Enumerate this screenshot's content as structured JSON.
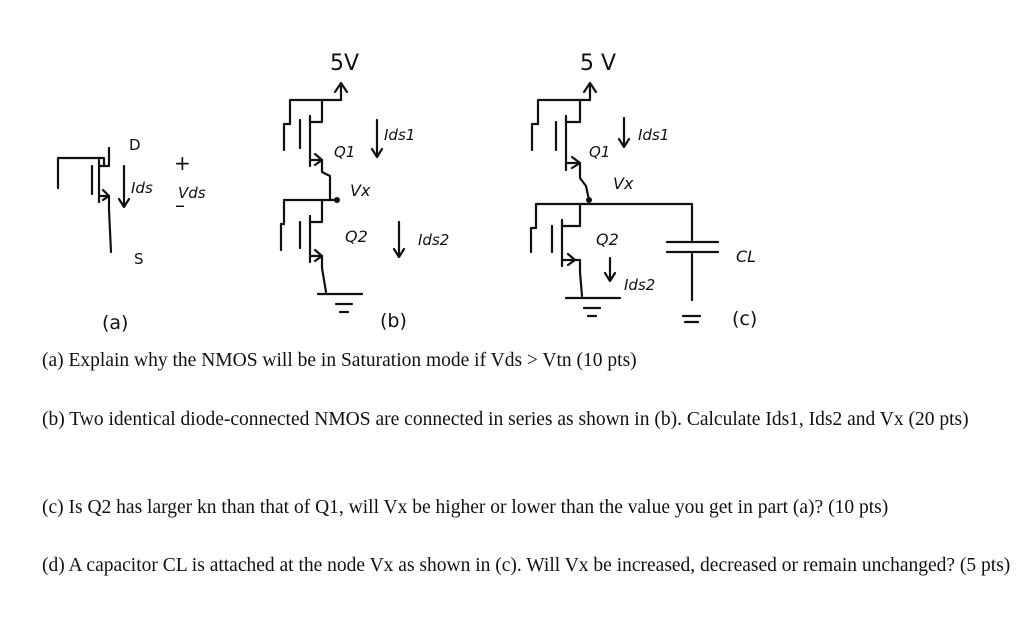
{
  "figure": {
    "a": {
      "drain": "D",
      "source": "S",
      "current": "Ids",
      "voltage": "Vds",
      "plus": "+",
      "minus": "–",
      "caption": "(a)"
    },
    "b": {
      "supply": "5V",
      "q1": "Q1",
      "q2": "Q2",
      "ids1": "Ids1",
      "ids2": "Ids2",
      "vx": "Vx",
      "caption": "(b)"
    },
    "c": {
      "supply": "5 V",
      "q1": "Q1",
      "q2": "Q2",
      "ids1": "Ids1",
      "ids2": "Ids2",
      "vx": "Vx",
      "cap": "CL",
      "caption": "(c)"
    }
  },
  "questions": [
    "(a) Explain why the NMOS will be in Saturation mode if Vds > Vtn (10 pts)",
    "(b) Two identical diode-connected NMOS are connected in series as shown in (b). Calculate Ids1, Ids2 and Vx (20 pts)",
    "(c) Is Q2 has larger kn than that of Q1, will Vx be higher or lower than the value you get in part (a)? (10 pts)",
    "(d) A capacitor CL is attached at the node Vx as shown in (c). Will Vx be increased, decreased or remain unchanged? (5 pts)"
  ]
}
